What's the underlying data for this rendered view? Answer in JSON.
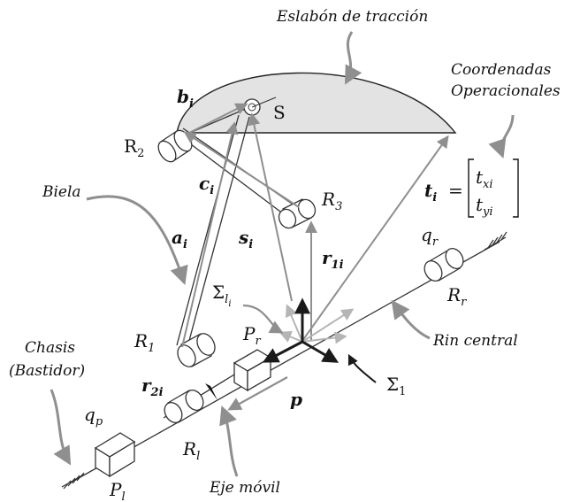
{
  "annotations": {
    "eslabon": "Eslabón de tracción",
    "coordenadas_1": "Coordenadas",
    "coordenadas_2": "Operacionales",
    "biela": "Biela",
    "chasis_1": "Chasis",
    "chasis_2": "(Bastidor)",
    "rin_central": "Rin central",
    "eje_movil": "Eje móvil"
  },
  "symbols": {
    "b": "b",
    "b_sub": "i",
    "S": "S",
    "R2": "R",
    "R2_sub": "2",
    "c": "c",
    "c_sub": "i",
    "R3": "R",
    "R3_sub": "3",
    "a": "a",
    "a_sub": "i",
    "s": "s",
    "s_sub": "i",
    "r1": "r",
    "r1_sub": "1i",
    "t": "t",
    "t_sub": "i",
    "t_eq": "=",
    "tx": "t",
    "tx_sub": "xi",
    "ty": "t",
    "ty_sub": "yi",
    "qr": "q",
    "qr_sub": "r",
    "Rr": "R",
    "Rr_sub": "r",
    "sigma_l": "Σ",
    "sigma_l_sub": "l",
    "sigma_l_subsub": "i",
    "Pr": "P",
    "Pr_sub": "r",
    "R1": "R",
    "R1_sub": "1",
    "r2": "r",
    "r2_sub": "2i",
    "p": "p",
    "sigma_1": "Σ",
    "sigma_1_sub": "1",
    "qp": "q",
    "qp_sub": "p",
    "Rl": "R",
    "Rl_sub": "l",
    "Pl": "P",
    "Pl_sub": "l"
  },
  "colors": {
    "link_fill": "#e3e3e3",
    "line": "#222222",
    "arrow_gray": "#8f8f8f",
    "frame": "#1a1a1a",
    "light_gray": "#b5b5b5"
  }
}
